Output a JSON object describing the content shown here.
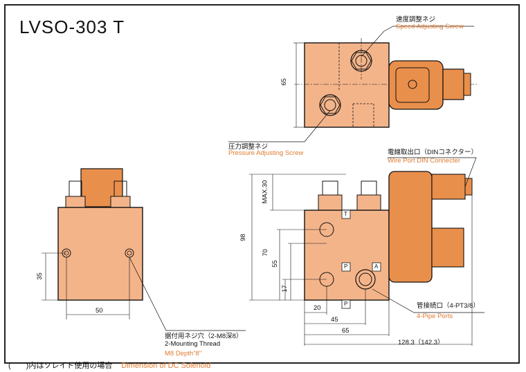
{
  "title": "LVSO-303 T",
  "colors": {
    "body": "#f4b48a",
    "orange": "#e07a2e",
    "line": "#111111"
  },
  "callouts": {
    "speed_jp": "速度調整ネジ",
    "speed_en": "Speed Adjusting Screw",
    "pressure_jp": "圧力調整ネジ",
    "pressure_en": "Pressure Adjusting Screw",
    "wire_jp": "電線取出口（DINコネクター）",
    "wire_en": "Wire Port DIN Connecter",
    "pipe_jp": "管接続口（4-PT3/8）",
    "pipe_en": "4-Pipe Ports",
    "mount_jp": "据付用ネジ穴（2-M8深8）",
    "mount_en1": "2-Mounting Thread",
    "mount_en2": "M8 Depth\"8\""
  },
  "dimensions": {
    "top_65": "65",
    "left_35": "35",
    "left_50": "50",
    "max30": "MAX.30",
    "d98": "98",
    "d70": "70",
    "d55": "55",
    "d17": "17",
    "d20": "20",
    "d45": "45",
    "d65": "65",
    "d128": "128.3（142.3）"
  },
  "ports": {
    "t": "T",
    "p1": "P",
    "a": "A",
    "p2": "P"
  },
  "footer": {
    "jp": "(　　)内はソレイド使用の場合",
    "en": "Dimension of DC Solenoid"
  }
}
